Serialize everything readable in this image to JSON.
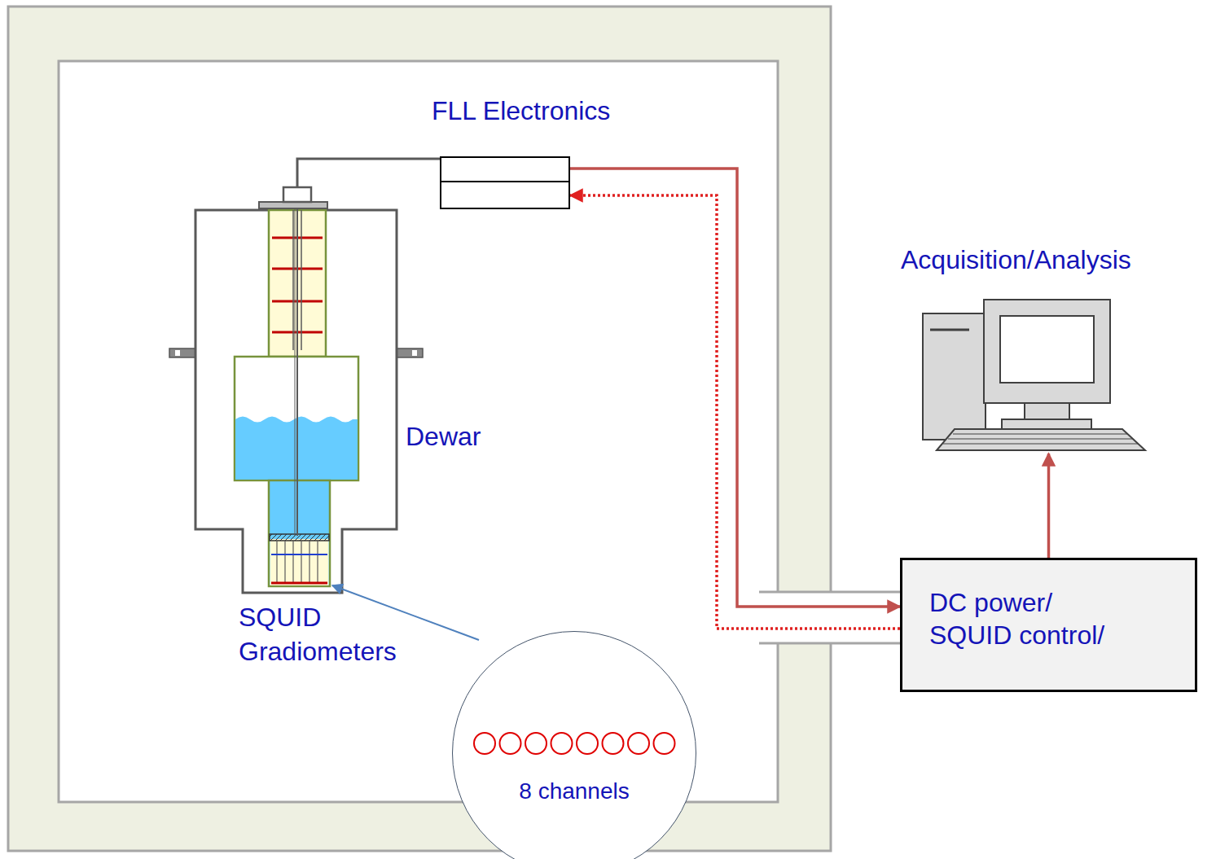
{
  "diagram": {
    "nodes": [
      {
        "text": [
          "FLL Electronics"
        ]
      },
      {
        "text": [
          "DC power/ SQUID control/"
        ]
      },
      {
        "text": [
          "Acquisition/Analysis"
        ]
      },
      {
        "text": [
          "8 channels"
        ]
      }
    ],
    "edges": [
      {
        "from": 0,
        "to": 1,
        "arrow": "to"
      },
      {
        "from": 1,
        "to": 0,
        "arrow": "to"
      },
      {
        "from": 1,
        "to": 2,
        "arrow": "to"
      }
    ],
    "labels": [
      "Dewar",
      "SQUID Gradiometers"
    ]
  }
}
